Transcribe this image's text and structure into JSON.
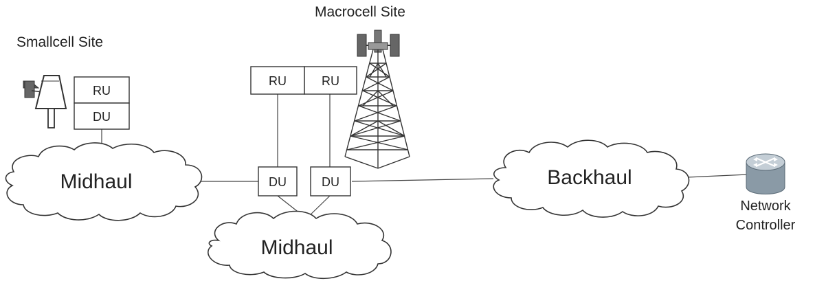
{
  "smallcell_site": {
    "title": "Smallcell Site",
    "ru": "RU",
    "du": "DU"
  },
  "macrocell_site": {
    "title": "Macrocell Site",
    "ru_left": "RU",
    "ru_right": "RU",
    "du_left": "DU",
    "du_right": "DU"
  },
  "clouds": {
    "midhaul_left": "Midhaul",
    "midhaul_bottom": "Midhaul",
    "backhaul": "Backhaul"
  },
  "network_controller": {
    "line1": "Network",
    "line2": "Controller"
  }
}
